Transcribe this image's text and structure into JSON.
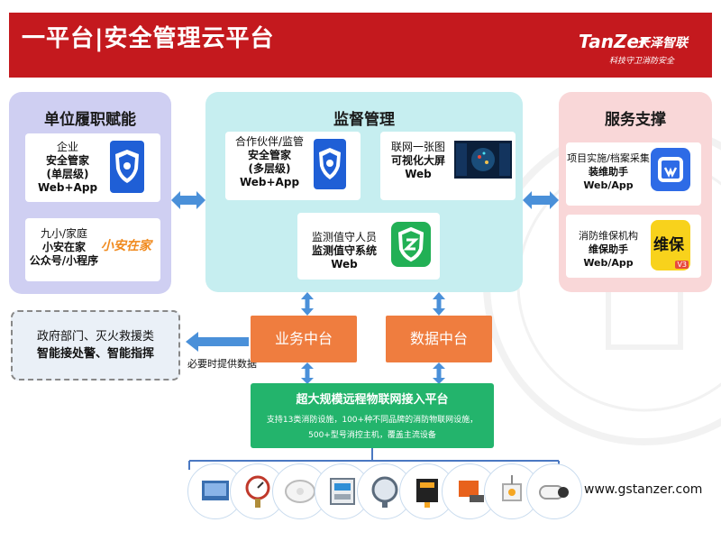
{
  "header": {
    "title": "一平台|安全管理云平台",
    "logo_en": "TanZer",
    "logo_cn": "天泽智联",
    "slogan": "科技守卫消防安全"
  },
  "left_panel": {
    "title": "单位履职赋能",
    "card1": {
      "line1": "企业",
      "line2": "安全管家",
      "line3": "(单层级)",
      "line4": "Web+App"
    },
    "card2": {
      "line1": "九小/家庭",
      "line2": "小安在家",
      "line3": "公众号/小程序",
      "logo_text": "小安在家"
    }
  },
  "center_panel": {
    "title": "监督管理",
    "card1": {
      "line1": "合作伙伴/监管",
      "line2": "安全管家",
      "line3": "(多层级)",
      "line4": "Web+App"
    },
    "card2": {
      "line1": "联网一张图",
      "line2": "可视化大屏",
      "line3": "Web"
    },
    "card3": {
      "line1": "监测值守人员",
      "line2": "监测值守系统Web"
    }
  },
  "right_panel": {
    "title": "服务支撑",
    "card1": {
      "line1": "项目实施/档案采集",
      "line2": "装维助手",
      "line3": "Web/App"
    },
    "card2": {
      "line1": "消防维保机构",
      "line2": "维保助手",
      "line3": "Web/App",
      "logo_text": "维保",
      "logo_badge": "V3"
    }
  },
  "gov_box": {
    "line1": "政府部门、灭火救援类",
    "line2": "智能接处警、智能指挥"
  },
  "data_note": "必要时提供数据",
  "business_platform": "业务中台",
  "data_platform": "数据中台",
  "iot_platform": {
    "title": "超大规模远程物联网接入平台",
    "desc1": "支持13类消防设施，100+种不同品牌的消防物联网设施，",
    "desc2": "500+型号消控主机，覆盖主流设备"
  },
  "website": "www.gstanzer.com",
  "colors": {
    "header_red": "#c4191e",
    "left_panel": "#cfcff2",
    "center_panel": "#c6eef0",
    "right_panel": "#f9d7d8",
    "orange": "#ef7d3f",
    "green": "#23b46c",
    "arrow_blue": "#4a90d9"
  },
  "devices": [
    "control-panel-icon",
    "pressure-gauge-icon",
    "smoke-detector-icon",
    "meter-box-icon",
    "level-gauge-icon",
    "sensor-module-icon",
    "electric-valve-icon",
    "wireless-detector-icon",
    "camera-icon"
  ]
}
